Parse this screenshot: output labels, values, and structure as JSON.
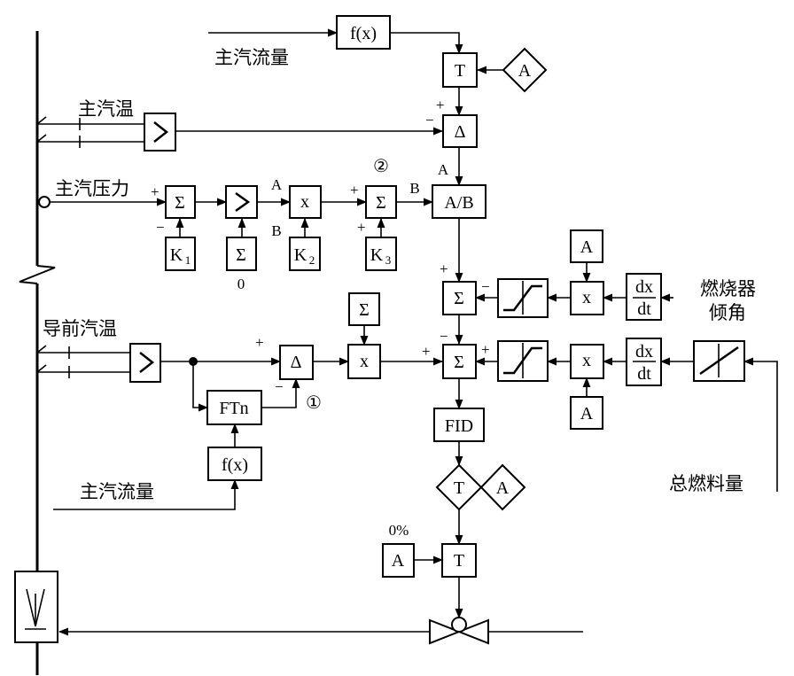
{
  "signals": {
    "main_steam_flow_top": "主汽流量",
    "main_steam_temp": "主汽温",
    "main_steam_pressure": "主汽压力",
    "lead_steam_temp": "导前汽温",
    "main_steam_flow_bottom": "主汽流量",
    "total_fuel": "总燃料量",
    "burner_tilt_1": "燃烧器",
    "burner_tilt_2": "倾角"
  },
  "blocks": {
    "fx_top": "f(x)",
    "t_top": "T",
    "a_top": "A",
    "delta_top": "Δ",
    "sum1": "Σ",
    "k1_main": "K",
    "k1_sub": "1",
    "sum_b": "Σ",
    "mult1": "x",
    "k2_main": "K",
    "k2_sub": "2",
    "sum2": "Σ",
    "k3_main": "K",
    "k3_sub": "3",
    "ab": "A/B",
    "a_right": "A",
    "sum_mid": "Σ",
    "mult_upper": "x",
    "dx": "dx",
    "dt": "dt",
    "sum_top_small": "Σ",
    "delta_mid": "Δ",
    "mult_mid": "x",
    "sum_low": "Σ",
    "mult_lower": "x",
    "a_lower": "A",
    "ftn": "FTn",
    "fx_bottom": "f(x)",
    "fid": "FID",
    "t_diamond": "T",
    "a_diamond": "A",
    "a_zero": "A",
    "t_low": "T"
  },
  "annotations": {
    "circ2": "②",
    "circ1": "①",
    "zero": "0",
    "zero_pct": "0%",
    "A": "A",
    "B1": "B",
    "B2": "B",
    "A2": "A",
    "plus": "+",
    "minus": "−"
  }
}
